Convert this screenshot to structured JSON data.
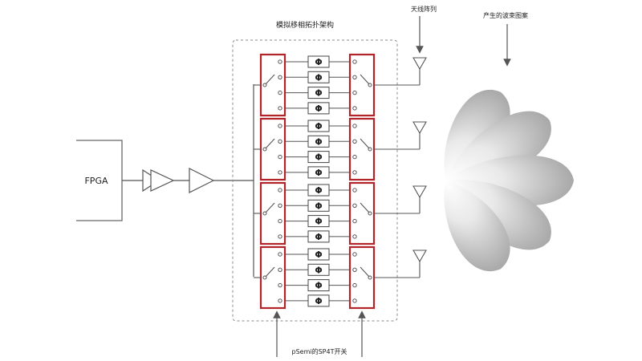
{
  "labels": {
    "fpga": "FPGA",
    "topology_title": "模拟移相拓扑架构",
    "antenna_array": "天线阵列",
    "beam_pattern": "产生的波束图案",
    "switch_label": "pSemi的SP4T开关",
    "phase_symbol": "Φ"
  },
  "structure": {
    "switch_groups": 4,
    "phase_shifters_per_group": 4,
    "antennas": 4,
    "beam_lobes": 5
  },
  "colors": {
    "switch_border": "#b0242a",
    "line": "#555555",
    "dashed_border": "#888888",
    "beam_light": "#ffffff",
    "beam_dark": "#a8a8a8"
  }
}
